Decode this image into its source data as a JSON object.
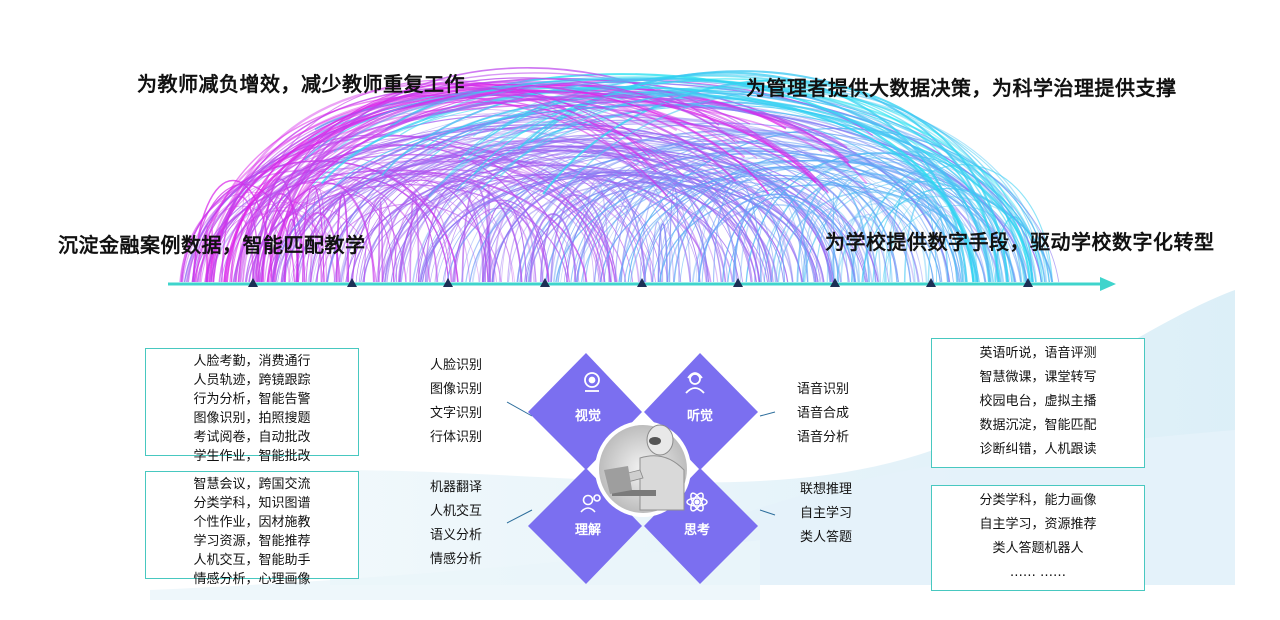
{
  "headlines": {
    "top_left": "为教师减负增效，减少教师重复工作",
    "top_right": "为管理者提供大数据决策，为科学治理提供支撑",
    "mid_left": "沉淀金融案例数据，智能匹配教学",
    "mid_right": "为学校提供数字手段，驱动学校数字化转型"
  },
  "colors": {
    "arc_left": "#e21ee8",
    "arc_mid": "#8c6cf0",
    "arc_right": "#22e4f0",
    "timeline": "#3fd4cc",
    "petal": "#7b6ff0",
    "box_border": "#48c8c0"
  },
  "left_boxes": [
    [
      "人脸考勤，消费通行",
      "人员轨迹，跨镜跟踪",
      "行为分析，智能告警",
      "图像识别，拍照搜题",
      "考试阅卷，自动批改",
      "学生作业，智能批改"
    ],
    [
      "智慧会议，跨国交流",
      "分类学科，知识图谱",
      "个性作业，因材施教",
      "学习资源，智能推荐",
      "人机交互，智能助手",
      "情感分析，心理画像"
    ]
  ],
  "right_boxes": [
    [
      "英语听说，语音评测",
      "智慧微课，课堂转写",
      "校园电台，虚拟主播",
      "数据沉淀，智能匹配",
      "诊断纠错，人机跟读"
    ],
    [
      "分类学科，能力画像",
      "自主学习，资源推荐",
      "类人答题机器人",
      "……  ……"
    ]
  ],
  "petals": {
    "vision": {
      "label": "视觉",
      "icon": "camera-icon",
      "items": [
        "人脸识别",
        "图像识别",
        "文字识别",
        "行体识别"
      ]
    },
    "hearing": {
      "label": "听觉",
      "icon": "person-headset-icon",
      "items": [
        "语音识别",
        "语音合成",
        "语音分析"
      ]
    },
    "understanding": {
      "label": "理解",
      "icon": "people-icon",
      "items": [
        "机器翻译",
        "人机交互",
        "语义分析",
        "情感分析"
      ]
    },
    "thinking": {
      "label": "思考",
      "icon": "atom-icon",
      "items": [
        "联想推理",
        "自主学习",
        "类人答题"
      ]
    }
  }
}
